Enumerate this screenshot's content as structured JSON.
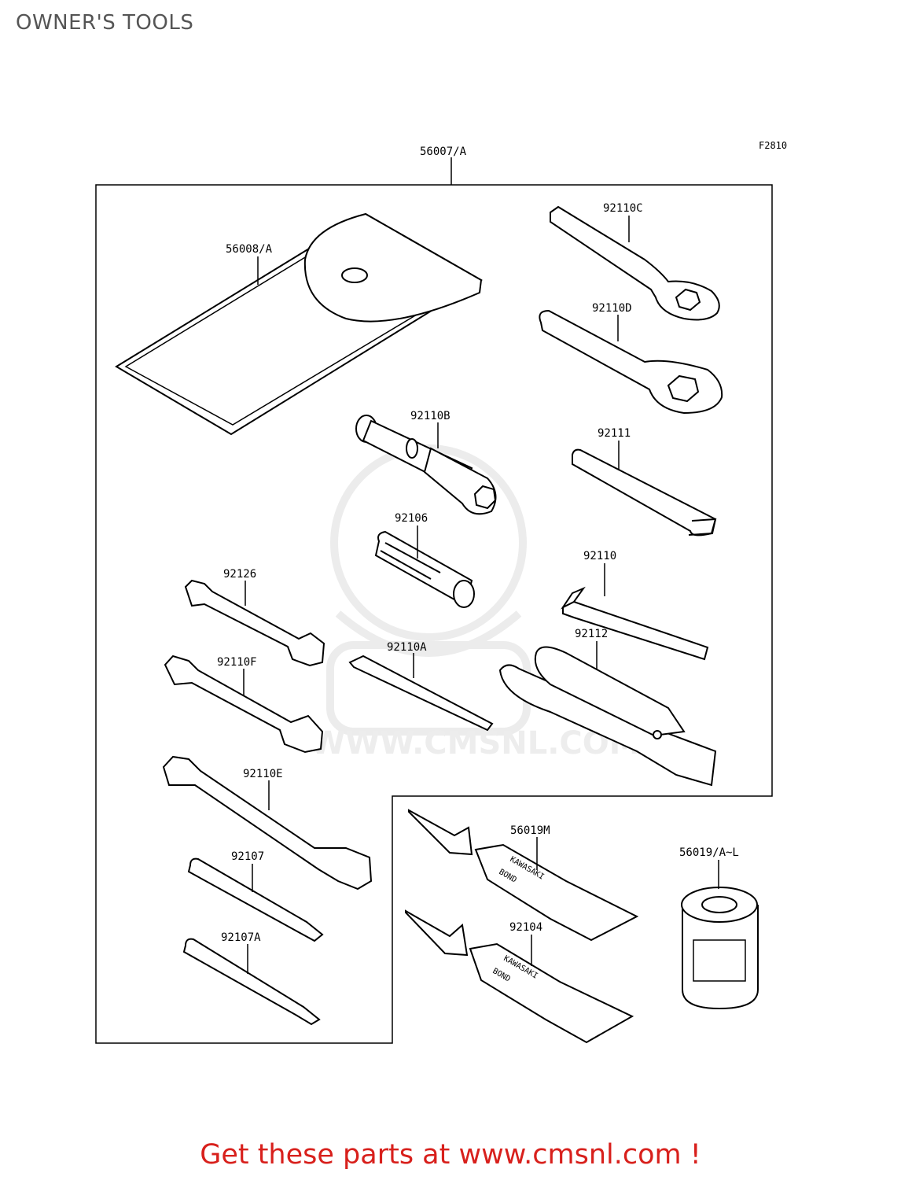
{
  "page": {
    "title": "OWNER'S TOOLS",
    "figure_code": "F2810",
    "footer": "Get these parts at www.cmsnl.com !"
  },
  "watermark": {
    "text": "WWW.CMSNL.COM"
  },
  "parts": [
    {
      "number": "56007/A"
    },
    {
      "number": "56008/A"
    },
    {
      "number": "92110C"
    },
    {
      "number": "92110D"
    },
    {
      "number": "92110B"
    },
    {
      "number": "92111"
    },
    {
      "number": "92106"
    },
    {
      "number": "92110"
    },
    {
      "number": "92126"
    },
    {
      "number": "92112"
    },
    {
      "number": "92110F"
    },
    {
      "number": "92110A"
    },
    {
      "number": "92110E"
    },
    {
      "number": "56019M"
    },
    {
      "number": "56019/A~L"
    },
    {
      "number": "92107"
    },
    {
      "number": "92104"
    },
    {
      "number": "92107A"
    }
  ],
  "tube_print": {
    "line1": "KAWASAKI",
    "line2": "BOND"
  }
}
